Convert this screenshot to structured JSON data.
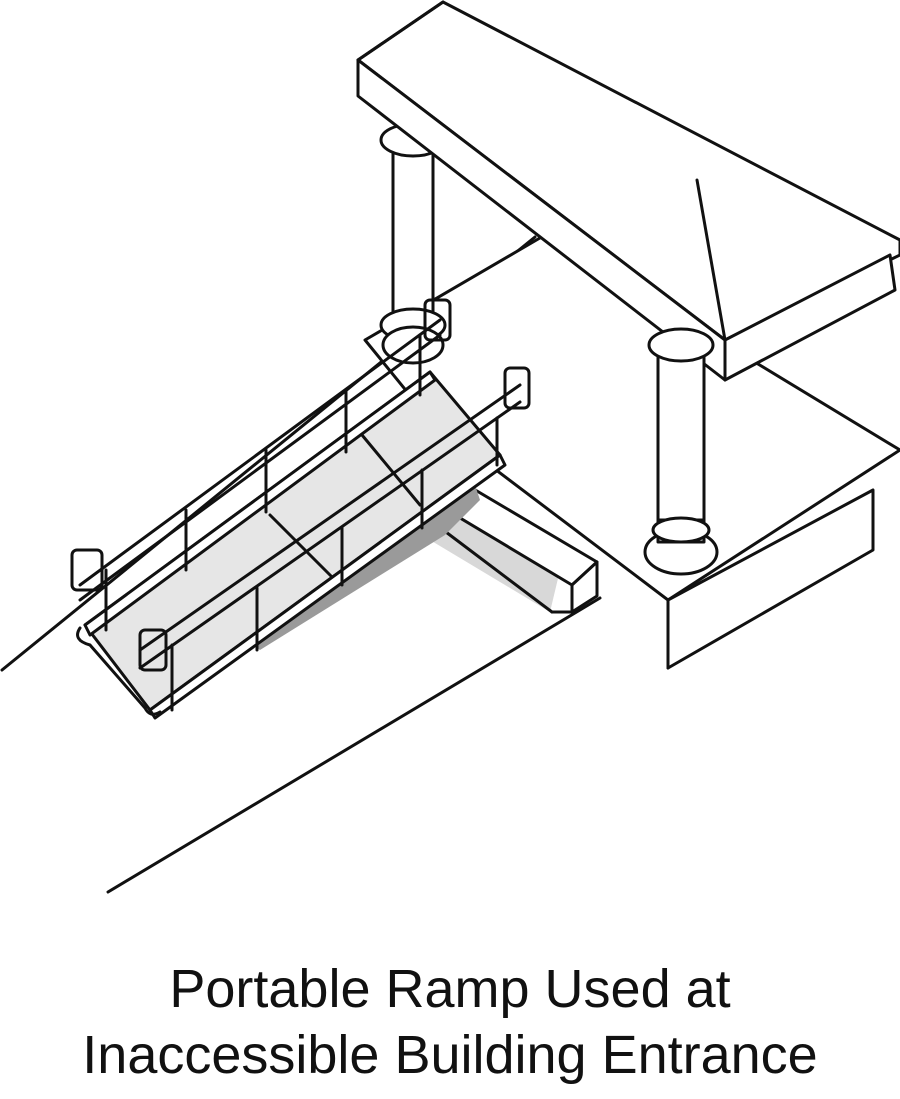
{
  "caption": {
    "line1": "Portable Ramp Used at",
    "line2": "Inaccessible Building Entrance"
  },
  "colors": {
    "ink": "#111111",
    "ramp_deck": "#e6e6e6",
    "shadow": "#9a9a9a",
    "background": "#ffffff"
  },
  "icons": [
    "portable-ramp-illustration"
  ]
}
